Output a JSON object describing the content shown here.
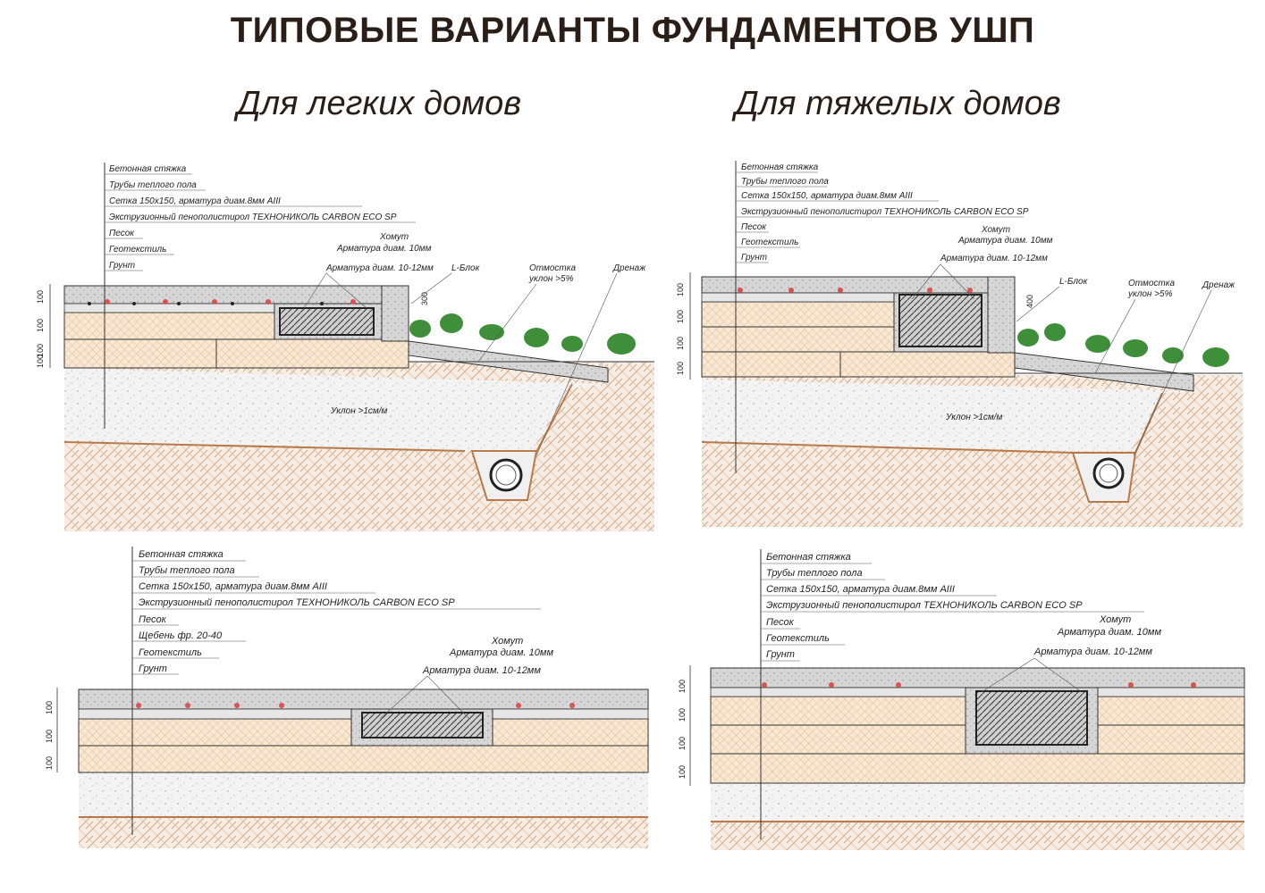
{
  "title": "ТИПОВЫЕ ВАРИАНТЫ ФУНДАМЕНТОВ УШП",
  "subtitles": {
    "light": "Для легких домов",
    "heavy": "Для тяжелых домов"
  },
  "colors": {
    "text": "#2a1f18",
    "concrete": "#d9d9d9",
    "insulation": "#f7e6cf",
    "hatch": "#e0b89a",
    "soil": "#f4ece2",
    "geotextile": "#b97a4a",
    "plants": "#3f8f3a",
    "rebar_red": "#d9534f"
  },
  "panels": {
    "top_left": {
      "layers": [
        "Бетонная стяжка",
        "Трубы теплого пола",
        "Сетка 150х150, арматура диам.8мм AIII",
        "Экструзионный пенополистирол ТЕХНОНИКОЛЬ CARBON ECO SP",
        "Песок",
        "Геотекстиль",
        "Грунт"
      ],
      "khomut": "Хомут",
      "rebar10": "Арматура диам. 10мм",
      "rebar1012": "Арматура диам. 10-12мм",
      "lblock": "L-Блок",
      "otmostka": "Отмостка",
      "slope5": "уклон >5%",
      "drainage": "Дренаж",
      "slope1": "Уклон >1см/м",
      "dim_wall": "300",
      "dims": [
        "100",
        "100",
        "100",
        "100"
      ]
    },
    "top_right": {
      "layers": [
        "Бетонная стяжка",
        "Трубы теплого пола",
        "Сетка 150х150, арматура диам.8мм AIII",
        "Экструзионный пенополистирол ТЕХНОНИКОЛЬ CARBON ECO SP",
        "Песок",
        "Геотекстиль",
        "Грунт"
      ],
      "khomut": "Хомут",
      "rebar10": "Арматура диам. 10мм",
      "rebar1012": "Арматура диам. 10-12мм",
      "lblock": "L-Блок",
      "otmostka": "Отмостка",
      "slope5": "уклон >5%",
      "drainage": "Дренаж",
      "slope1": "Уклон >1см/м",
      "dim_wall": "400",
      "dims": [
        "100",
        "100",
        "100",
        "100"
      ]
    },
    "bottom_left": {
      "layers": [
        "Бетонная стяжка",
        "Трубы теплого пола",
        "Сетка 150х150, арматура диам.8мм AIII",
        "Экструзионный пенополистирол ТЕХНОНИКОЛЬ CARBON ECO SP",
        "Песок",
        "Щебень фр. 20-40",
        "Геотекстиль",
        "Грунт"
      ],
      "khomut": "Хомут",
      "rebar10": "Арматура диам. 10мм",
      "rebar1012": "Арматура диам. 10-12мм",
      "dims": [
        "100",
        "100",
        "100"
      ]
    },
    "bottom_right": {
      "layers": [
        "Бетонная стяжка",
        "Трубы теплого пола",
        "Сетка 150х150, арматура диам.8мм AIII",
        "Экструзионный пенополистирол ТЕХНОНИКОЛЬ CARBON ECO SP",
        "Песок",
        "Геотекстиль",
        "Грунт"
      ],
      "khomut": "Хомут",
      "rebar10": "Арматура диам. 10мм",
      "rebar1012": "Арматура диам. 10-12мм",
      "dims": [
        "100",
        "100",
        "100",
        "100"
      ]
    }
  }
}
